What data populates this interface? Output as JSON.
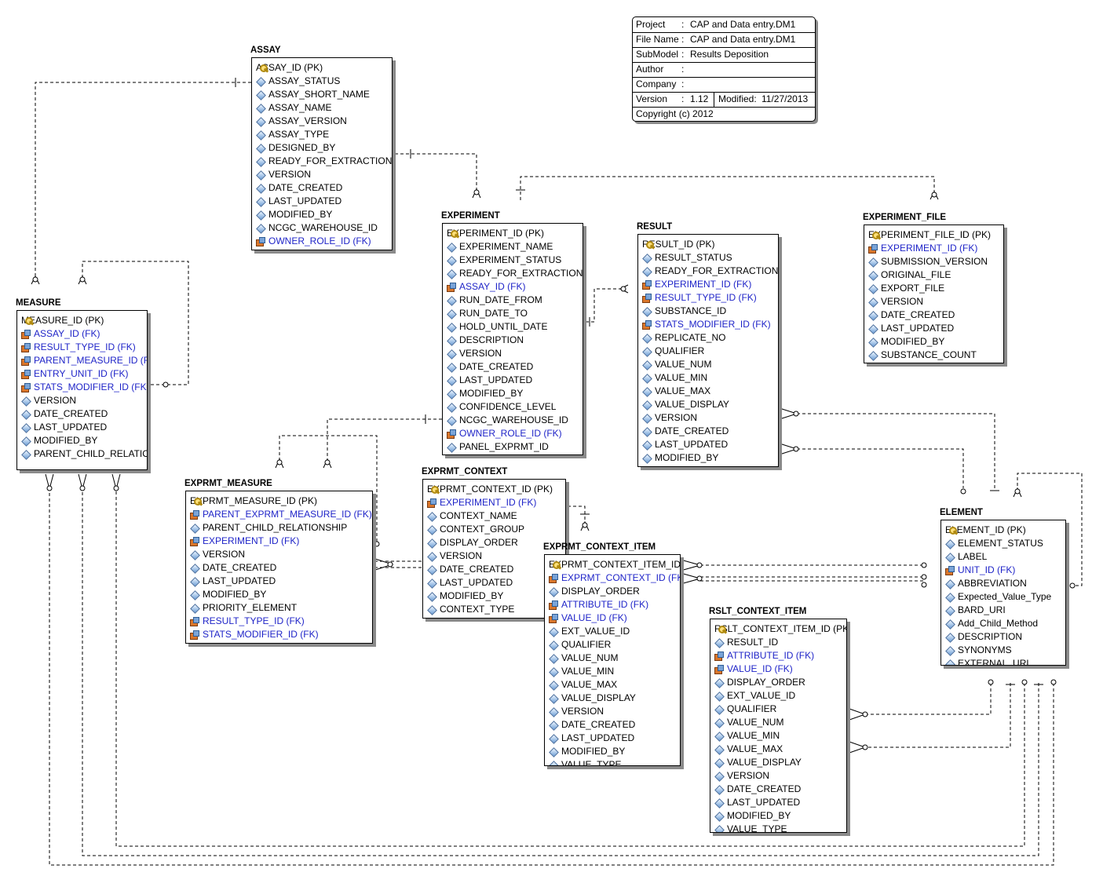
{
  "project": {
    "rows": [
      {
        "key": "Project",
        "value": "CAP and Data entry.DM1"
      },
      {
        "key": "File Name",
        "value": "CAP and Data entry.DM1"
      },
      {
        "key": "SubModel",
        "value": "Results Deposition"
      },
      {
        "key": "Author",
        "value": ""
      },
      {
        "key": "Company",
        "value": ""
      }
    ],
    "version_label": "Version",
    "version": "1.12",
    "modified_label": "Modified:",
    "modified": "11/27/2013",
    "copyright": "Copyright (c)  2012"
  },
  "entities": [
    {
      "title": "ASSAY",
      "fields": [
        {
          "n": "ASSAY_ID (PK)",
          "t": "pk"
        },
        {
          "n": "ASSAY_STATUS",
          "t": "attr"
        },
        {
          "n": "ASSAY_SHORT_NAME",
          "t": "attr"
        },
        {
          "n": "ASSAY_NAME",
          "t": "attr"
        },
        {
          "n": "ASSAY_VERSION",
          "t": "attr"
        },
        {
          "n": "ASSAY_TYPE",
          "t": "attr"
        },
        {
          "n": "DESIGNED_BY",
          "t": "attr"
        },
        {
          "n": "READY_FOR_EXTRACTION",
          "t": "attr"
        },
        {
          "n": "VERSION",
          "t": "attr"
        },
        {
          "n": "DATE_CREATED",
          "t": "attr"
        },
        {
          "n": "LAST_UPDATED",
          "t": "attr"
        },
        {
          "n": "MODIFIED_BY",
          "t": "attr"
        },
        {
          "n": "NCGC_WAREHOUSE_ID",
          "t": "attr"
        },
        {
          "n": "OWNER_ROLE_ID (FK)",
          "t": "fk"
        }
      ]
    },
    {
      "title": "EXPERIMENT",
      "fields": [
        {
          "n": "EXPERIMENT_ID (PK)",
          "t": "pk"
        },
        {
          "n": "EXPERIMENT_NAME",
          "t": "attr"
        },
        {
          "n": "EXPERIMENT_STATUS",
          "t": "attr"
        },
        {
          "n": "READY_FOR_EXTRACTION",
          "t": "attr"
        },
        {
          "n": "ASSAY_ID (FK)",
          "t": "fk"
        },
        {
          "n": "RUN_DATE_FROM",
          "t": "attr"
        },
        {
          "n": "RUN_DATE_TO",
          "t": "attr"
        },
        {
          "n": "HOLD_UNTIL_DATE",
          "t": "attr"
        },
        {
          "n": "DESCRIPTION",
          "t": "attr"
        },
        {
          "n": "VERSION",
          "t": "attr"
        },
        {
          "n": "DATE_CREATED",
          "t": "attr"
        },
        {
          "n": "LAST_UPDATED",
          "t": "attr"
        },
        {
          "n": "MODIFIED_BY",
          "t": "attr"
        },
        {
          "n": "CONFIDENCE_LEVEL",
          "t": "attr"
        },
        {
          "n": "NCGC_WAREHOUSE_ID",
          "t": "attr"
        },
        {
          "n": "OWNER_ROLE_ID (FK)",
          "t": "fk"
        },
        {
          "n": "PANEL_EXPRMT_ID",
          "t": "attr"
        }
      ]
    },
    {
      "title": "RESULT",
      "fields": [
        {
          "n": "RESULT_ID (PK)",
          "t": "pk"
        },
        {
          "n": "RESULT_STATUS",
          "t": "attr"
        },
        {
          "n": "READY_FOR_EXTRACTION",
          "t": "attr"
        },
        {
          "n": "EXPERIMENT_ID (FK)",
          "t": "fk"
        },
        {
          "n": "RESULT_TYPE_ID (FK)",
          "t": "fk"
        },
        {
          "n": "SUBSTANCE_ID",
          "t": "attr"
        },
        {
          "n": "STATS_MODIFIER_ID (FK)",
          "t": "fk"
        },
        {
          "n": "REPLICATE_NO",
          "t": "attr"
        },
        {
          "n": "QUALIFIER",
          "t": "attr"
        },
        {
          "n": "VALUE_NUM",
          "t": "attr"
        },
        {
          "n": "VALUE_MIN",
          "t": "attr"
        },
        {
          "n": "VALUE_MAX",
          "t": "attr"
        },
        {
          "n": "VALUE_DISPLAY",
          "t": "attr"
        },
        {
          "n": "VERSION",
          "t": "attr"
        },
        {
          "n": "DATE_CREATED",
          "t": "attr"
        },
        {
          "n": "LAST_UPDATED",
          "t": "attr"
        },
        {
          "n": "MODIFIED_BY",
          "t": "attr"
        }
      ]
    },
    {
      "title": "EXPERIMENT_FILE",
      "fields": [
        {
          "n": "EXPERIMENT_FILE_ID (PK)",
          "t": "pk"
        },
        {
          "n": "EXPERIMENT_ID (FK)",
          "t": "fk"
        },
        {
          "n": "SUBMISSION_VERSION",
          "t": "attr"
        },
        {
          "n": "ORIGINAL_FILE",
          "t": "attr"
        },
        {
          "n": "EXPORT_FILE",
          "t": "attr"
        },
        {
          "n": "VERSION",
          "t": "attr"
        },
        {
          "n": "DATE_CREATED",
          "t": "attr"
        },
        {
          "n": "LAST_UPDATED",
          "t": "attr"
        },
        {
          "n": "MODIFIED_BY",
          "t": "attr"
        },
        {
          "n": "SUBSTANCE_COUNT",
          "t": "attr"
        }
      ]
    },
    {
      "title": "MEASURE",
      "fields": [
        {
          "n": "MEASURE_ID (PK)",
          "t": "pk"
        },
        {
          "n": "ASSAY_ID (FK)",
          "t": "fk"
        },
        {
          "n": "RESULT_TYPE_ID (FK)",
          "t": "fk"
        },
        {
          "n": "PARENT_MEASURE_ID (FK)",
          "t": "fk"
        },
        {
          "n": "ENTRY_UNIT_ID (FK)",
          "t": "fk"
        },
        {
          "n": "STATS_MODIFIER_ID (FK)",
          "t": "fk"
        },
        {
          "n": "VERSION",
          "t": "attr"
        },
        {
          "n": "DATE_CREATED",
          "t": "attr"
        },
        {
          "n": "LAST_UPDATED",
          "t": "attr"
        },
        {
          "n": "MODIFIED_BY",
          "t": "attr"
        },
        {
          "n": "PARENT_CHILD_RELATIONSHIP",
          "t": "attr"
        }
      ]
    },
    {
      "title": "EXPRMT_MEASURE",
      "fields": [
        {
          "n": "EXPRMT_MEASURE_ID (PK)",
          "t": "pk"
        },
        {
          "n": "PARENT_EXPRMT_MEASURE_ID (FK)",
          "t": "fk"
        },
        {
          "n": "PARENT_CHILD_RELATIONSHIP",
          "t": "attr"
        },
        {
          "n": "EXPERIMENT_ID (FK)",
          "t": "fk"
        },
        {
          "n": "VERSION",
          "t": "attr"
        },
        {
          "n": "DATE_CREATED",
          "t": "attr"
        },
        {
          "n": "LAST_UPDATED",
          "t": "attr"
        },
        {
          "n": "MODIFIED_BY",
          "t": "attr"
        },
        {
          "n": "PRIORITY_ELEMENT",
          "t": "attr"
        },
        {
          "n": "RESULT_TYPE_ID (FK)",
          "t": "fk"
        },
        {
          "n": "STATS_MODIFIER_ID (FK)",
          "t": "fk"
        }
      ]
    },
    {
      "title": "EXPRMT_CONTEXT",
      "fields": [
        {
          "n": "EXPRMT_CONTEXT_ID (PK)",
          "t": "pk"
        },
        {
          "n": "EXPERIMENT_ID (FK)",
          "t": "fk"
        },
        {
          "n": "CONTEXT_NAME",
          "t": "attr"
        },
        {
          "n": "CONTEXT_GROUP",
          "t": "attr"
        },
        {
          "n": "DISPLAY_ORDER",
          "t": "attr"
        },
        {
          "n": "VERSION",
          "t": "attr"
        },
        {
          "n": "DATE_CREATED",
          "t": "attr"
        },
        {
          "n": "LAST_UPDATED",
          "t": "attr"
        },
        {
          "n": "MODIFIED_BY",
          "t": "attr"
        },
        {
          "n": "CONTEXT_TYPE",
          "t": "attr"
        }
      ]
    },
    {
      "title": "EXPRMT_CONTEXT_ITEM",
      "fields": [
        {
          "n": "EXPRMT_CONTEXT_ITEM_ID (PK)",
          "t": "pk"
        },
        {
          "n": "EXPRMT_CONTEXT_ID (FK)",
          "t": "fk"
        },
        {
          "n": "DISPLAY_ORDER",
          "t": "attr"
        },
        {
          "n": "ATTRIBUTE_ID (FK)",
          "t": "fk"
        },
        {
          "n": "VALUE_ID (FK)",
          "t": "fk"
        },
        {
          "n": "EXT_VALUE_ID",
          "t": "attr"
        },
        {
          "n": "QUALIFIER",
          "t": "attr"
        },
        {
          "n": "VALUE_NUM",
          "t": "attr"
        },
        {
          "n": "VALUE_MIN",
          "t": "attr"
        },
        {
          "n": "VALUE_MAX",
          "t": "attr"
        },
        {
          "n": "VALUE_DISPLAY",
          "t": "attr"
        },
        {
          "n": "VERSION",
          "t": "attr"
        },
        {
          "n": "DATE_CREATED",
          "t": "attr"
        },
        {
          "n": "LAST_UPDATED",
          "t": "attr"
        },
        {
          "n": "MODIFIED_BY",
          "t": "attr"
        },
        {
          "n": "VALUE_TYPE",
          "t": "attr"
        }
      ]
    },
    {
      "title": "RSLT_CONTEXT_ITEM",
      "fields": [
        {
          "n": "RSLT_CONTEXT_ITEM_ID (PK)",
          "t": "pk"
        },
        {
          "n": "RESULT_ID",
          "t": "attr"
        },
        {
          "n": "ATTRIBUTE_ID (FK)",
          "t": "fk"
        },
        {
          "n": "VALUE_ID (FK)",
          "t": "fk"
        },
        {
          "n": "DISPLAY_ORDER",
          "t": "attr"
        },
        {
          "n": "EXT_VALUE_ID",
          "t": "attr"
        },
        {
          "n": "QUALIFIER",
          "t": "attr"
        },
        {
          "n": "VALUE_NUM",
          "t": "attr"
        },
        {
          "n": "VALUE_MIN",
          "t": "attr"
        },
        {
          "n": "VALUE_MAX",
          "t": "attr"
        },
        {
          "n": "VALUE_DISPLAY",
          "t": "attr"
        },
        {
          "n": "VERSION",
          "t": "attr"
        },
        {
          "n": "DATE_CREATED",
          "t": "attr"
        },
        {
          "n": "LAST_UPDATED",
          "t": "attr"
        },
        {
          "n": "MODIFIED_BY",
          "t": "attr"
        },
        {
          "n": "VALUE_TYPE",
          "t": "attr"
        }
      ]
    },
    {
      "title": "ELEMENT",
      "fields": [
        {
          "n": "ELEMENT_ID (PK)",
          "t": "pk"
        },
        {
          "n": "ELEMENT_STATUS",
          "t": "attr"
        },
        {
          "n": "LABEL",
          "t": "attr"
        },
        {
          "n": "UNIT_ID (FK)",
          "t": "fk"
        },
        {
          "n": "ABBREVIATION",
          "t": "attr"
        },
        {
          "n": "Expected_Value_Type",
          "t": "attr"
        },
        {
          "n": "BARD_URI",
          "t": "attr"
        },
        {
          "n": "Add_Child_Method",
          "t": "attr"
        },
        {
          "n": "DESCRIPTION",
          "t": "attr"
        },
        {
          "n": "SYNONYMS",
          "t": "attr"
        },
        {
          "n": "EXTERNAL_URL",
          "t": "attr"
        }
      ]
    }
  ]
}
